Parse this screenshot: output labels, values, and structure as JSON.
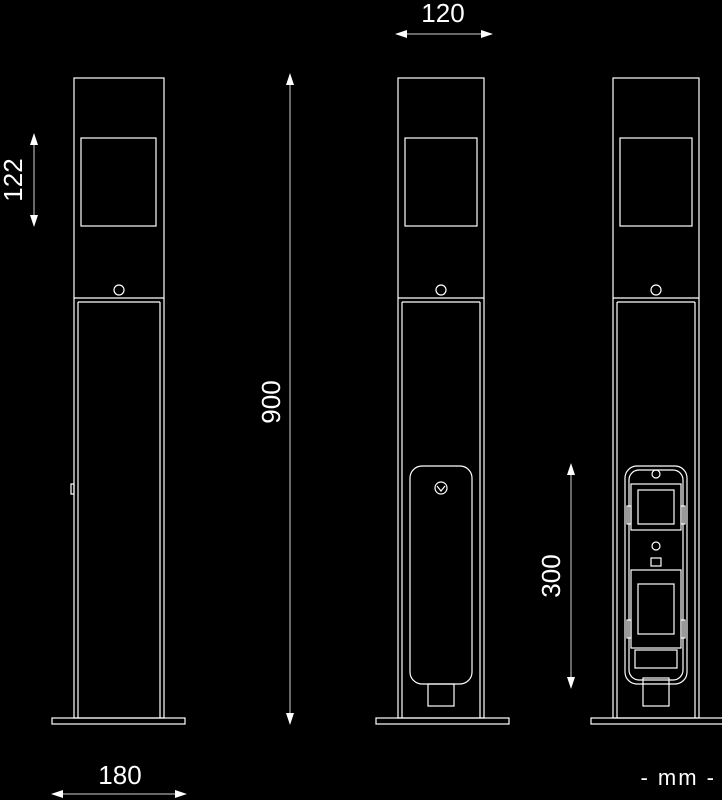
{
  "dimensions": {
    "top_width": "120",
    "window_height": "122",
    "total_height": "900",
    "base_width": "180",
    "socket_panel_height": "300"
  },
  "units": "- mm -",
  "colors": {
    "background": "#000000",
    "line": "#ffffff"
  }
}
